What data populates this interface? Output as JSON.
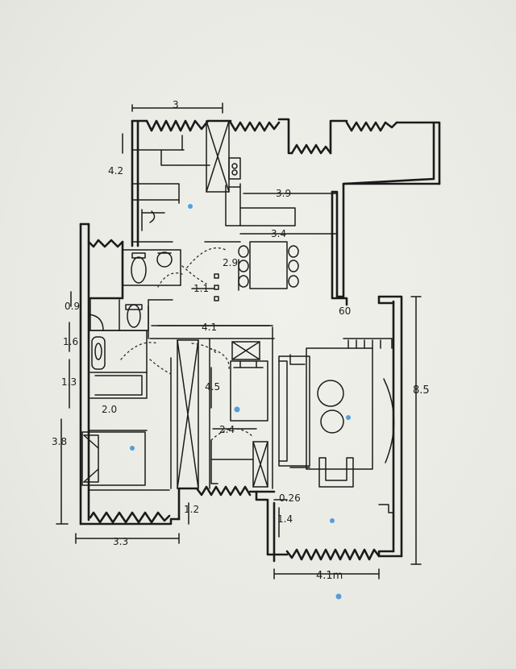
{
  "dimensions": {
    "top_width": "3",
    "kitchen_depth": "4.2",
    "dining_width_upper": "3.9",
    "dining_width": "3.4",
    "dining_depth": "2.9",
    "hall_gap": "1.1",
    "stub": "60",
    "left_seg_1": "0.9",
    "left_seg_2": "1.6",
    "left_seg_3": "1.3",
    "left_seg_4": "3.8",
    "bath_tub": "2.0",
    "bedroom_mid_width": "4.1",
    "bedroom_mid_depth": "4.5",
    "bedroom_mid_wardrobe": "2.4",
    "living_height": "8.5",
    "balcony_left": "0.26",
    "balcony_depth": "1.4",
    "step": "1.2",
    "bottom_left_width": "3.3",
    "bottom_right_width": "4.1m"
  },
  "colors": {
    "ink": "#1b1b1b",
    "paper": "#ebebe6",
    "marker": "#3a8fd6"
  }
}
